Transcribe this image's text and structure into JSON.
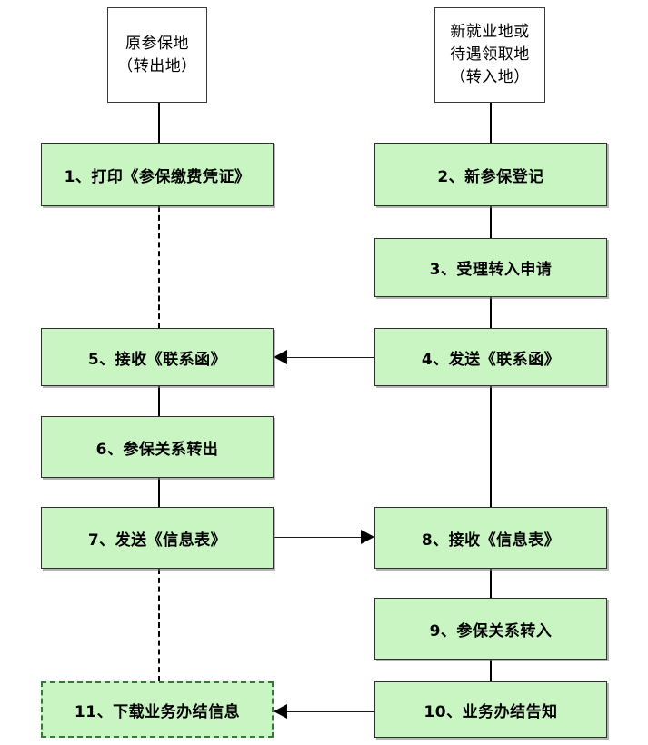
{
  "diagram": {
    "title_boxes": [
      {
        "id": "origin-insured-place",
        "lines": [
          "原参保地",
          "（转出地）"
        ]
      },
      {
        "id": "new-employment-place",
        "lines": [
          "新就业地或",
          "待遇领取地",
          "（转入地）"
        ]
      }
    ],
    "steps": [
      {
        "id": "step-1",
        "column": "left",
        "label": "1、打印《参保缴费凭证》",
        "border": "solid"
      },
      {
        "id": "step-2",
        "column": "right",
        "label": "2、新参保登记",
        "border": "solid"
      },
      {
        "id": "step-3",
        "column": "right",
        "label": "3、受理转入申请",
        "border": "solid"
      },
      {
        "id": "step-4",
        "column": "right",
        "label": "4、发送《联系函》",
        "border": "solid"
      },
      {
        "id": "step-5",
        "column": "left",
        "label": "5、接收《联系函》",
        "border": "solid"
      },
      {
        "id": "step-6",
        "column": "left",
        "label": "6、参保关系转出",
        "border": "solid"
      },
      {
        "id": "step-7",
        "column": "left",
        "label": "7、发送《信息表》",
        "border": "solid"
      },
      {
        "id": "step-8",
        "column": "right",
        "label": "8、接收《信息表》",
        "border": "solid"
      },
      {
        "id": "step-9",
        "column": "right",
        "label": "9、参保关系转入",
        "border": "solid"
      },
      {
        "id": "step-10",
        "column": "right",
        "label": "10、业务办结告知",
        "border": "solid"
      },
      {
        "id": "step-11",
        "column": "left",
        "label": "11、下载业务办结信息",
        "border": "dashed"
      }
    ],
    "arrows": [
      {
        "id": "arrow-4-to-5",
        "from": "step-4",
        "to": "step-5",
        "direction": "left"
      },
      {
        "id": "arrow-7-to-8",
        "from": "step-7",
        "to": "step-8",
        "direction": "right"
      },
      {
        "id": "arrow-10-to-11",
        "from": "step-10",
        "to": "step-11",
        "direction": "left"
      }
    ],
    "colors": {
      "box_fill": "#c9f5c3",
      "box_border": "#2f2f2f",
      "dashed_border": "#2f7d32",
      "connector": "#000000",
      "background": "#ffffff"
    }
  }
}
